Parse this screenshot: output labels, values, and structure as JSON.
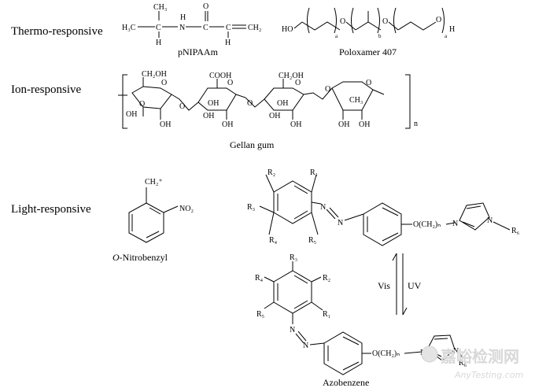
{
  "rows": {
    "thermo": "Thermo-responsive",
    "ion": "Ion-responsive",
    "light": "Light-responsive"
  },
  "captions": {
    "pnipaam": "pNIPAAm",
    "poloxamer": "Poloxamer 407",
    "gellan": "Gellan gum",
    "nitrobenzyl_prefix": "O",
    "nitrobenzyl_rest": "-Nitrobenzyl",
    "azobenzene": "Azobenzene"
  },
  "atoms": {
    "h3c": "H₃C",
    "ch": "C",
    "h": "H",
    "nh": "N",
    "h2": "H",
    "c": "C",
    "o": "O",
    "ch2": "CH₂",
    "ch3": "CH₃",
    "ho": "HO",
    "h_end": "H",
    "a": "a",
    "b": "b",
    "a2": "a",
    "oh": "OH",
    "cooh": "COOH",
    "ch2oh": "CH₂OH",
    "no2": "NO₂",
    "ch2plus": "CH₂⁺",
    "n": "N",
    "n_repeat": "n",
    "och2n": "O(CH₂)ₙ",
    "r1": "R₁",
    "r2": "R₂",
    "r3": "R₃",
    "r4": "R₄",
    "r5": "R₅",
    "r6": "R₆"
  },
  "arrows": {
    "vis": "Vis",
    "uv": "UV"
  },
  "watermark": {
    "cn": "嘉峪检测网",
    "en": "AnyTesting.com"
  }
}
